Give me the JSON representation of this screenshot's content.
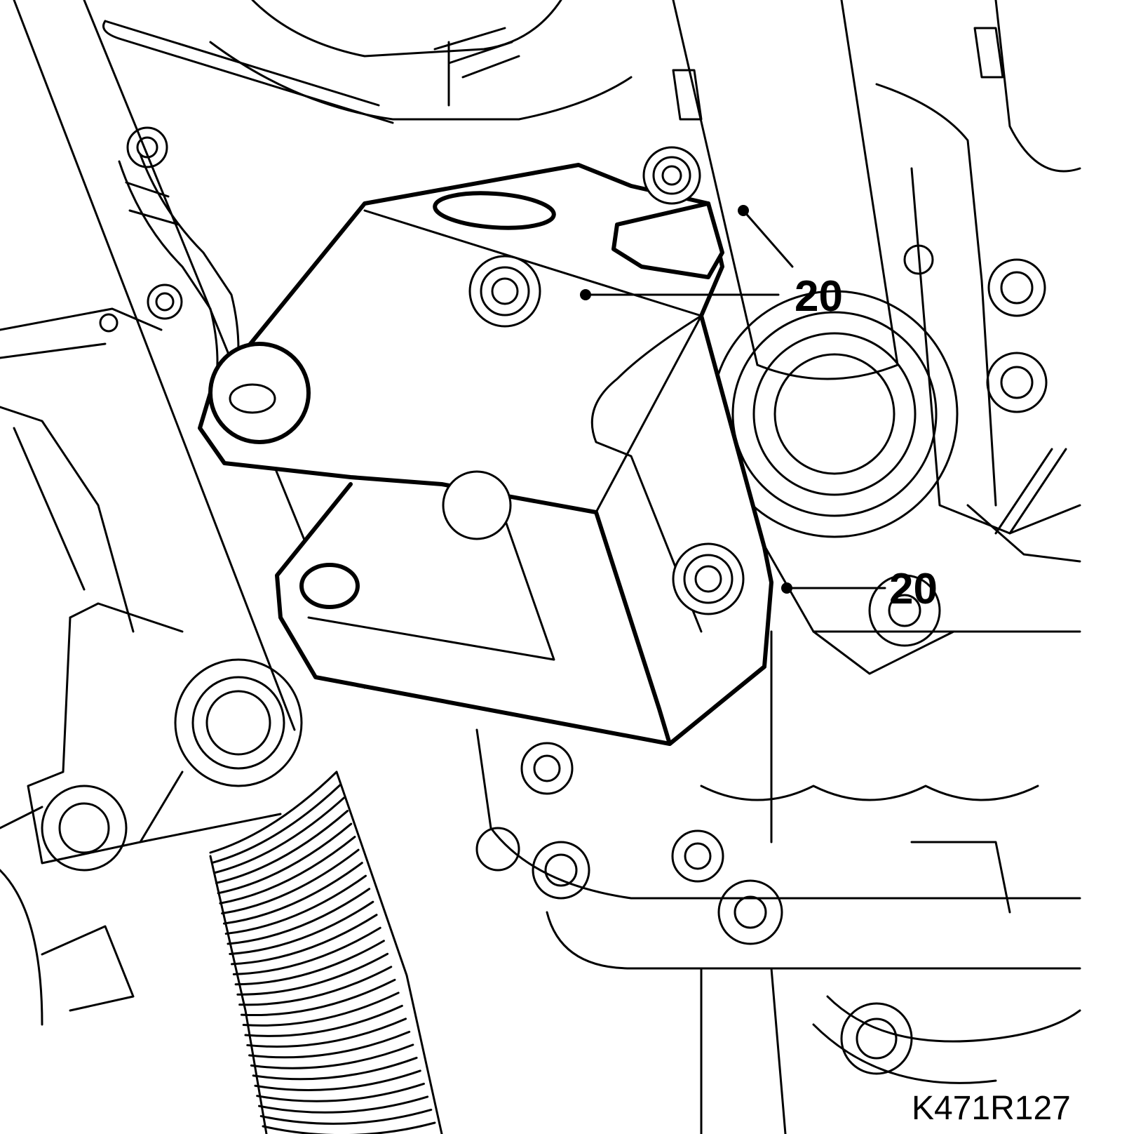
{
  "callouts": [
    {
      "label": "20"
    },
    {
      "label": "20"
    }
  ],
  "reference_code": "K471R127"
}
